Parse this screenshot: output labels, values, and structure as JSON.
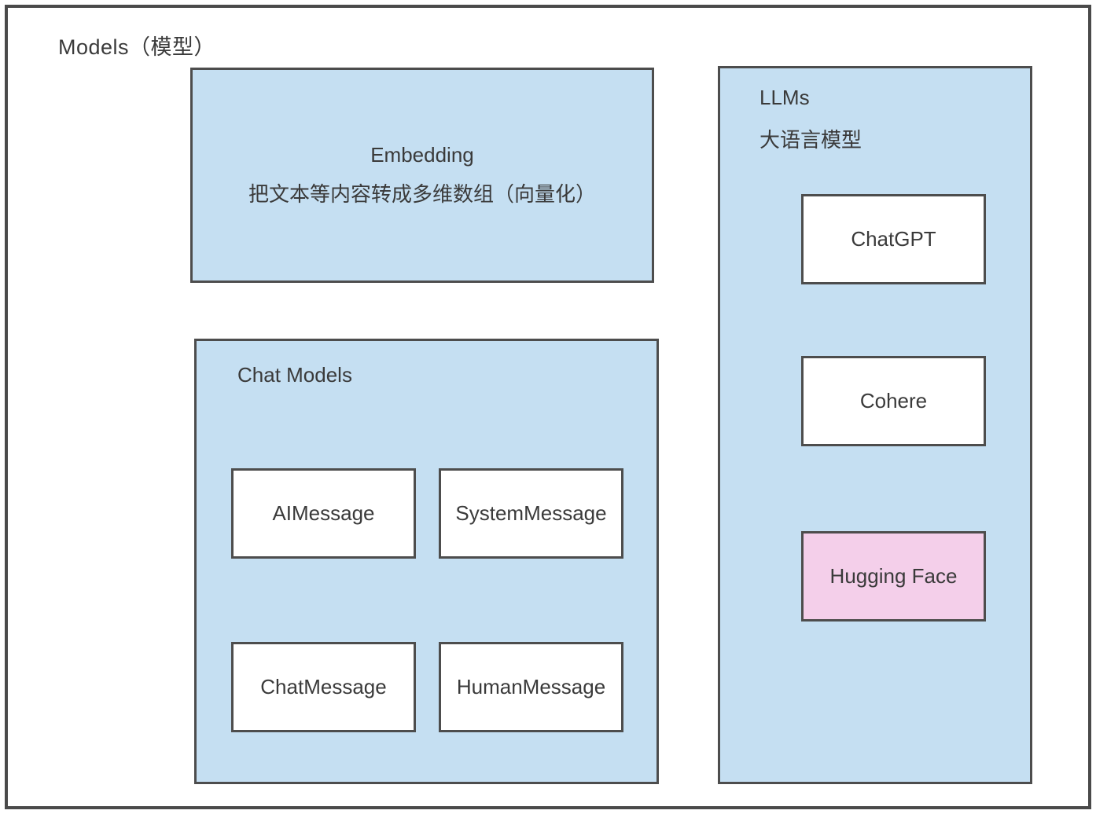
{
  "diagram": {
    "title": "Models（模型）"
  },
  "embedding": {
    "title": "Embedding",
    "subtitle": "把文本等内容转成多维数组（向量化）"
  },
  "chat_models": {
    "title": "Chat Models",
    "items": [
      "AIMessage",
      "SystemMessage",
      "ChatMessage",
      "HumanMessage"
    ]
  },
  "llms": {
    "title": "LLMs",
    "subtitle": "大语言模型",
    "items": [
      {
        "label": "ChatGPT",
        "highlight": false
      },
      {
        "label": "Cohere",
        "highlight": false
      },
      {
        "label": "Hugging Face",
        "highlight": true
      }
    ]
  },
  "colors": {
    "group_fill_blue": "#c5dff2",
    "node_fill_white": "#ffffff",
    "node_fill_pink": "#f4cfea",
    "border_gray": "#4d4d4d",
    "text_gray": "#3a3a3a",
    "background": "#ffffff"
  }
}
